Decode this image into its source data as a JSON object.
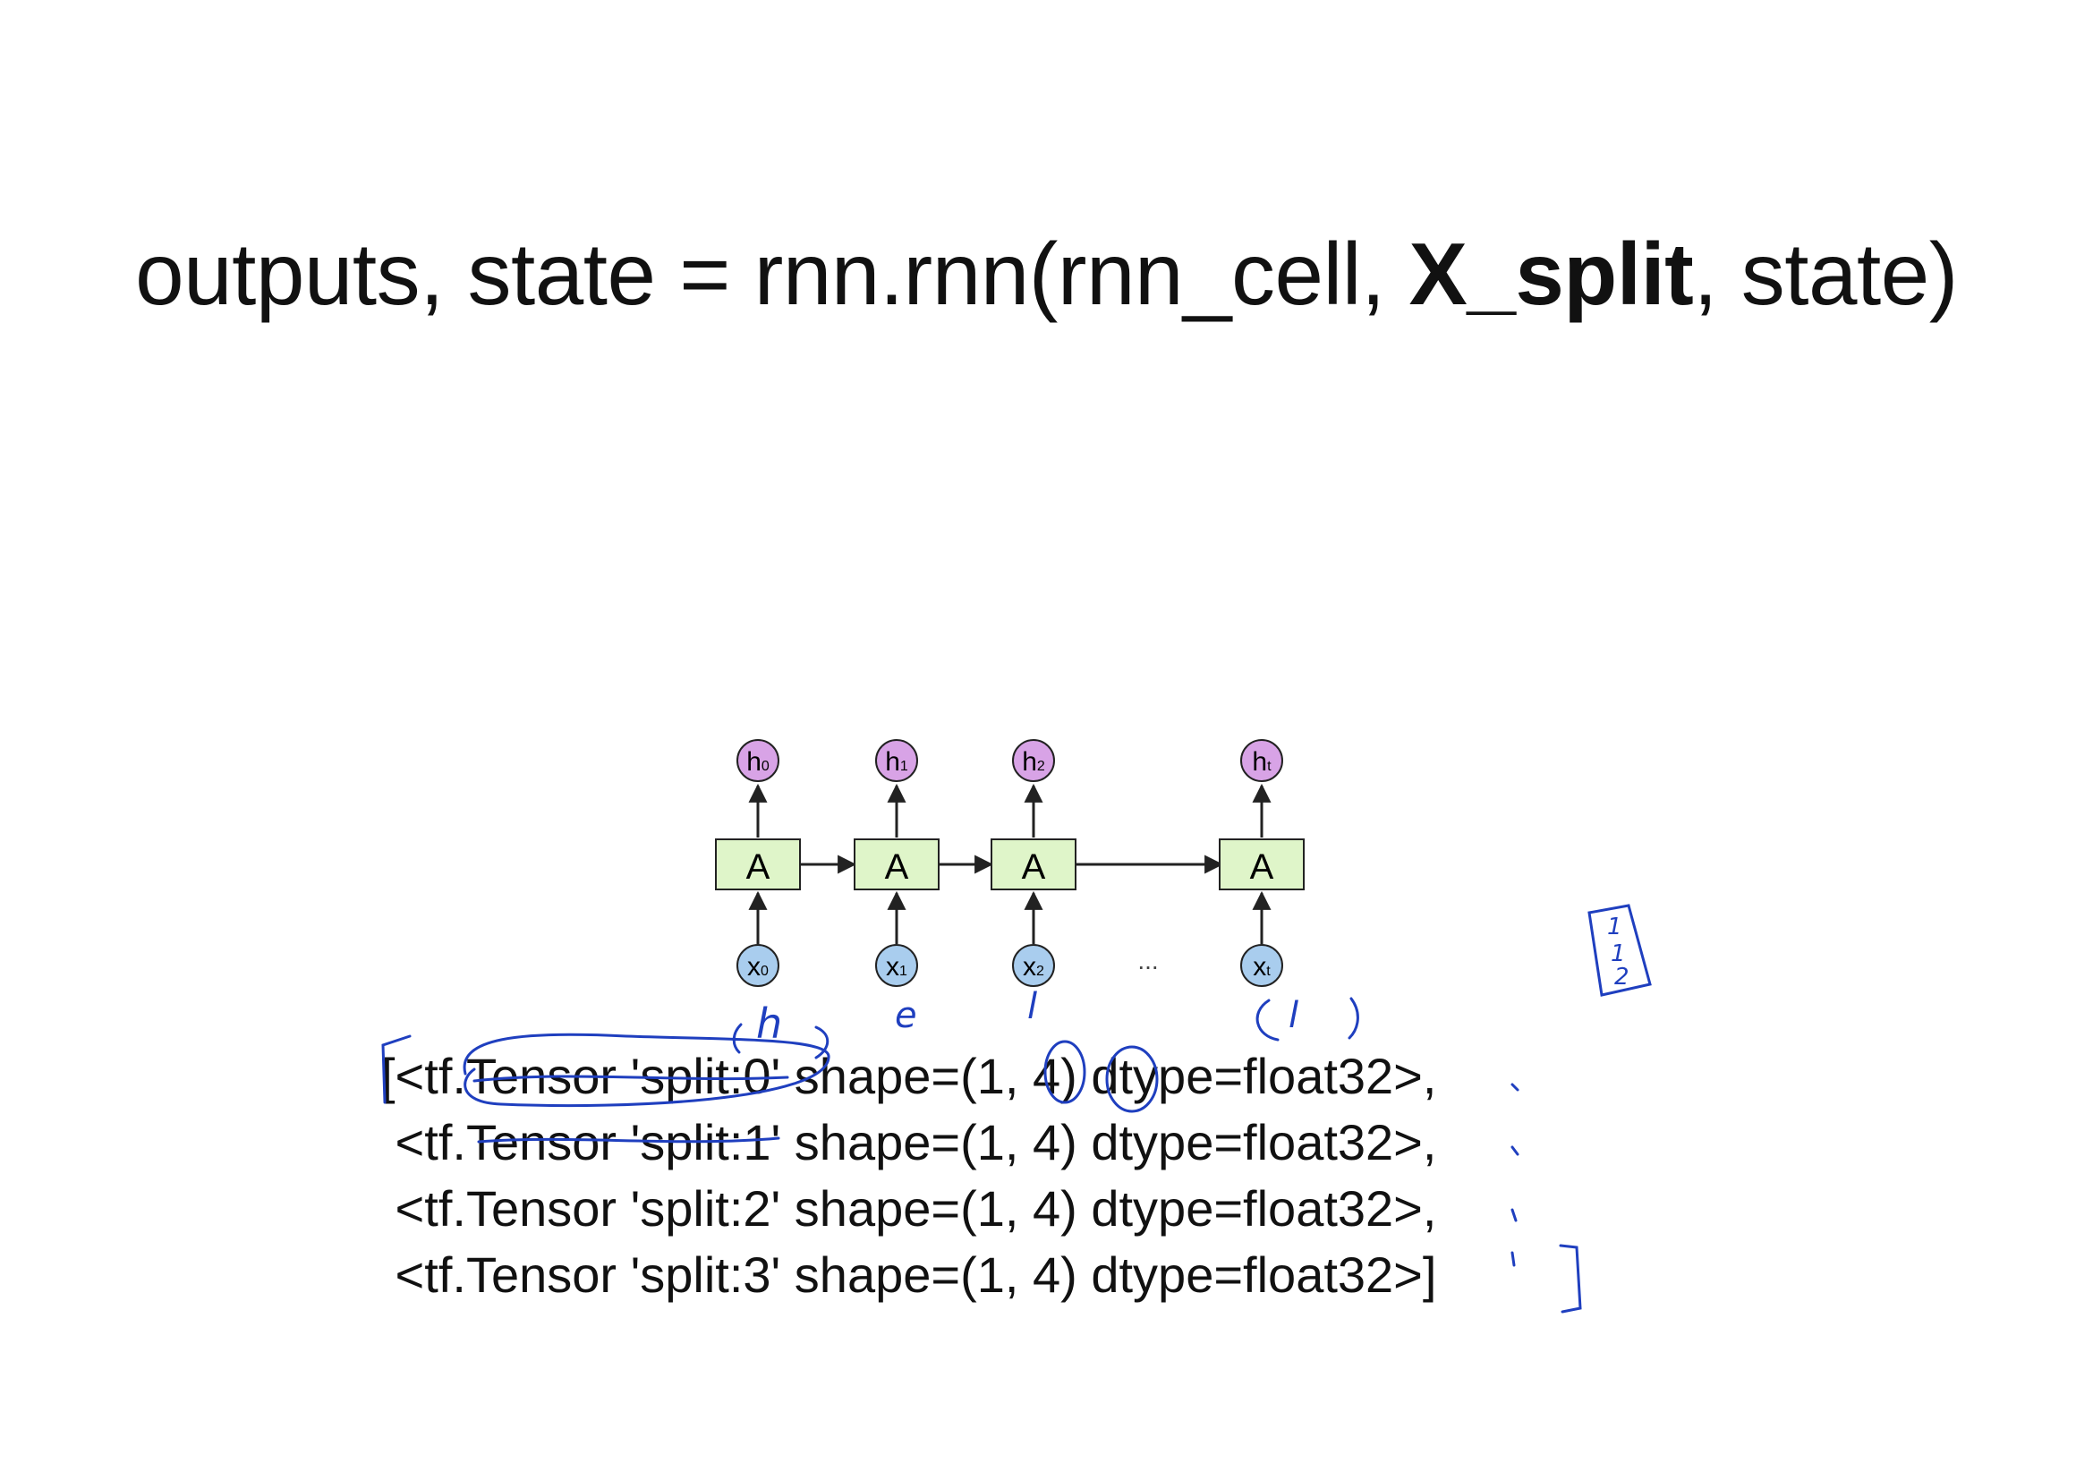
{
  "slide": {
    "title": {
      "prefix": "outputs, state = rnn.rnn(rnn_cell, ",
      "bold": "X_split",
      "suffix": ", state)"
    }
  },
  "diagram": {
    "cells": [
      {
        "cell": "A",
        "h_base": "h",
        "h_sub": "0",
        "x_base": "x",
        "x_sub": "0"
      },
      {
        "cell": "A",
        "h_base": "h",
        "h_sub": "1",
        "x_base": "x",
        "x_sub": "1"
      },
      {
        "cell": "A",
        "h_base": "h",
        "h_sub": "2",
        "x_base": "x",
        "x_sub": "2"
      },
      {
        "cell": "A",
        "h_base": "h",
        "h_sub": "t",
        "x_base": "x",
        "x_sub": "t"
      }
    ],
    "ellipsis": "...",
    "colors": {
      "cell_fill": "#dff5c9",
      "h_fill": "#d8a3e6",
      "x_fill": "#a9cdee",
      "stroke": "#222222",
      "ink": "#1f3fbf"
    }
  },
  "code_lines": [
    "[<tf.Tensor 'split:0' shape=(1, 4) dtype=float32>,",
    " <tf.Tensor 'split:1' shape=(1, 4) dtype=float32>,",
    " <tf.Tensor 'split:2' shape=(1, 4) dtype=float32>,",
    " <tf.Tensor 'split:3' shape=(1, 4) dtype=float32>]"
  ],
  "annotations": {
    "over_split0": "h",
    "over_split1": "e",
    "over_split2": "l",
    "over_split3": "l",
    "right_note": [
      "1",
      "1",
      "2"
    ]
  }
}
